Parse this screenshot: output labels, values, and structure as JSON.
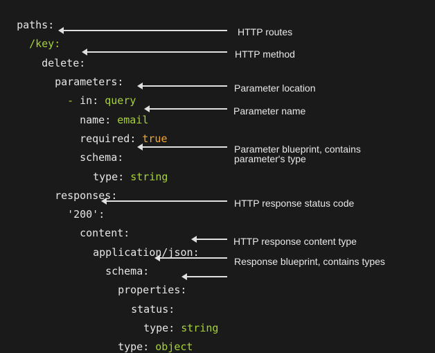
{
  "colors": {
    "background": "#1a1a1a",
    "key_text": "#e6e6e6",
    "string_value": "#a6d23a",
    "boolean_value": "#f0a830",
    "arrow": "#e0e0e0",
    "annotation_text": "#e8e8e8"
  },
  "code": [
    {
      "indent": 0,
      "key": "paths",
      "sep": ":",
      "value": "",
      "value_type": "none"
    },
    {
      "indent": 1,
      "key": "/key",
      "sep": ":",
      "value": "",
      "value_type": "none",
      "key_color": "green"
    },
    {
      "indent": 2,
      "key": "delete",
      "sep": ":",
      "value": "",
      "value_type": "none"
    },
    {
      "indent": 3,
      "key": "parameters",
      "sep": ":",
      "value": "",
      "value_type": "none"
    },
    {
      "indent": 4,
      "dash": "- ",
      "key": "in",
      "sep": ": ",
      "value": "query",
      "value_type": "string"
    },
    {
      "indent": 5,
      "key": "name",
      "sep": ": ",
      "value": "email",
      "value_type": "string"
    },
    {
      "indent": 5,
      "key": "required",
      "sep": ": ",
      "value": "true",
      "value_type": "boolean"
    },
    {
      "indent": 5,
      "key": "schema",
      "sep": ":",
      "value": "",
      "value_type": "none"
    },
    {
      "indent": 6,
      "key": "type",
      "sep": ": ",
      "value": "string",
      "value_type": "string"
    },
    {
      "indent": 3,
      "key": "responses",
      "sep": ":",
      "value": "",
      "value_type": "none"
    },
    {
      "indent": 4,
      "key": "'200'",
      "sep": ":",
      "value": "",
      "value_type": "none"
    },
    {
      "indent": 5,
      "key": "content",
      "sep": ":",
      "value": "",
      "value_type": "none"
    },
    {
      "indent": 6,
      "key": "application/json",
      "sep": ":",
      "value": "",
      "value_type": "none"
    },
    {
      "indent": 7,
      "key": "schema",
      "sep": ":",
      "value": "",
      "value_type": "none"
    },
    {
      "indent": 8,
      "key": "properties",
      "sep": ":",
      "value": "",
      "value_type": "none"
    },
    {
      "indent": 9,
      "key": "status",
      "sep": ":",
      "value": "",
      "value_type": "none"
    },
    {
      "indent": 10,
      "key": "type",
      "sep": ": ",
      "value": "string",
      "value_type": "string"
    },
    {
      "indent": 8,
      "key": "type",
      "sep": ": ",
      "value": "object",
      "value_type": "string"
    }
  ],
  "annotations": [
    {
      "target_line": 1,
      "text": "HTTP routes"
    },
    {
      "target_line": 2,
      "text": "HTTP method"
    },
    {
      "target_line": 4,
      "text": "Parameter location"
    },
    {
      "target_line": 5,
      "text": "Parameter name"
    },
    {
      "target_line": 7,
      "text": "Parameter blueprint, contains\nparameter's type"
    },
    {
      "target_line": 10,
      "text": "HTTP response status code"
    },
    {
      "target_line": 12,
      "text": "HTTP response content type"
    },
    {
      "target_line": 13,
      "text": "Response blueprint, contains types"
    },
    {
      "target_line": 14,
      "text": ""
    }
  ]
}
